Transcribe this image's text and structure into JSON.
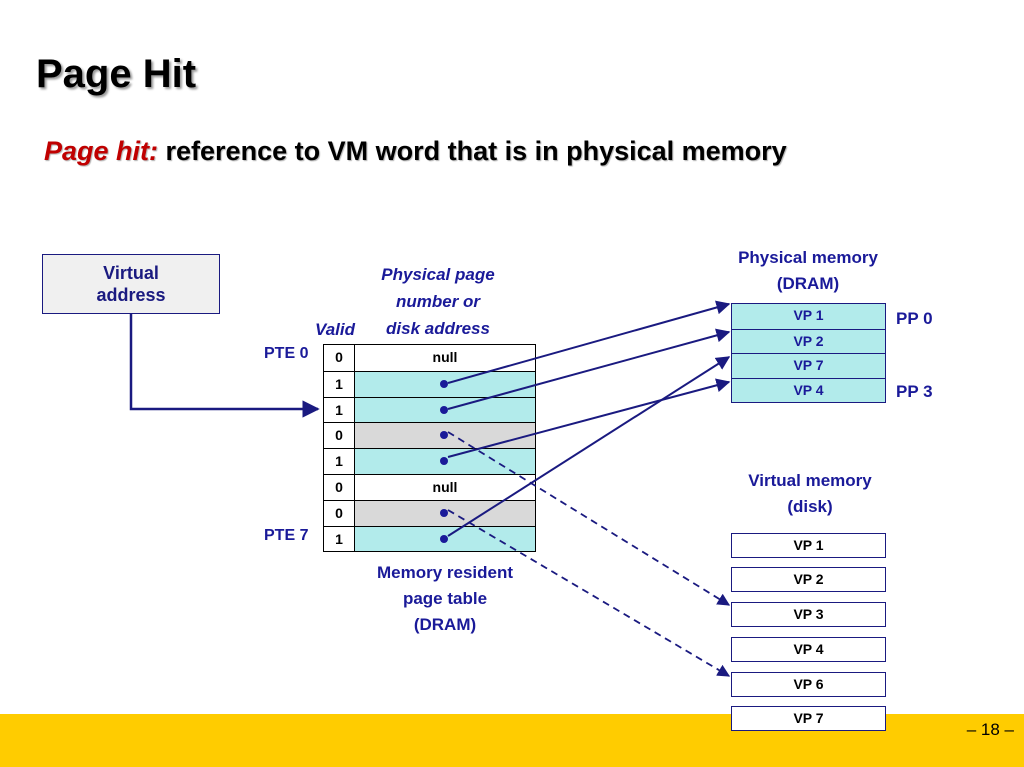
{
  "slide": {
    "title": "Page Hit",
    "subtitle_term": "Page hit:",
    "subtitle_text": " reference to VM word that is in physical memory",
    "page_number": "– 18 –"
  },
  "virtual_address": {
    "line1": "Virtual",
    "line2": "address"
  },
  "page_table": {
    "valid_header": "Valid",
    "address_header": [
      "Physical page",
      "number or",
      "disk address"
    ],
    "pte_first_label": "PTE 0",
    "pte_last_label": "PTE 7",
    "caption": [
      "Memory resident",
      "page table",
      "(DRAM)"
    ],
    "rows": [
      {
        "valid": "0",
        "addr": "null",
        "state": "null"
      },
      {
        "valid": "1",
        "addr": "",
        "state": "resident"
      },
      {
        "valid": "1",
        "addr": "",
        "state": "resident"
      },
      {
        "valid": "0",
        "addr": "",
        "state": "disk"
      },
      {
        "valid": "1",
        "addr": "",
        "state": "resident"
      },
      {
        "valid": "0",
        "addr": "null",
        "state": "null"
      },
      {
        "valid": "0",
        "addr": "",
        "state": "disk"
      },
      {
        "valid": "1",
        "addr": "",
        "state": "resident"
      }
    ]
  },
  "physical_memory": {
    "title": [
      "Physical memory",
      "(DRAM)"
    ],
    "pages": [
      "VP 1",
      "VP 2",
      "VP 7",
      "VP 4"
    ],
    "pp_first_label": "PP 0",
    "pp_last_label": "PP 3"
  },
  "virtual_memory": {
    "title": [
      "Virtual memory",
      "(disk)"
    ],
    "pages": [
      "VP 1",
      "VP 2",
      "VP 3",
      "VP 4",
      "VP 6",
      "VP 7"
    ]
  },
  "colors": {
    "resident_fill": "#b2ebeb",
    "disk_fill": "#d9d9d9",
    "accent_red": "#c00000",
    "navy": "#1a1a99",
    "footer": "#ffcc00"
  }
}
